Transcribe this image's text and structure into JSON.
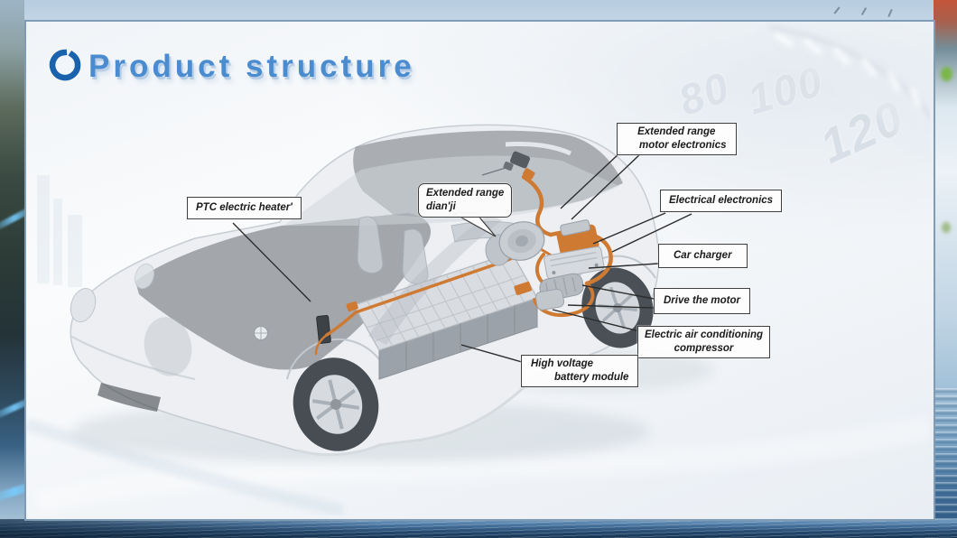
{
  "title": {
    "text": "Product structure"
  },
  "icon": {
    "name": "open-ring-icon",
    "color": "#1a62ac"
  },
  "speedometer": {
    "numbers": [
      "80",
      "100",
      "120"
    ]
  },
  "callouts": {
    "ptc": {
      "line1": "PTC electric heater'"
    },
    "range_generator": {
      "line1": "Extended range",
      "line2": "dian'ji"
    },
    "range_motor_electronics": {
      "line1": "Extended range",
      "line2": "motor electronics"
    },
    "electrical_electronics": {
      "line1": "Electrical electronics"
    },
    "car_charger": {
      "line1": "Car charger"
    },
    "drive_motor": {
      "line1": "Drive the motor"
    },
    "ac_compressor": {
      "line1": "Electric air conditioning",
      "line2": "compressor"
    },
    "hv_battery": {
      "line1": "High voltage",
      "line2": "battery module"
    }
  },
  "colors": {
    "accent_blue": "#4b8cd0",
    "callout_border": "#3d3d3d",
    "cable_orange": "#cf7a33",
    "bottom_band": "#24496f",
    "panel_border": "#7f9cb4"
  }
}
